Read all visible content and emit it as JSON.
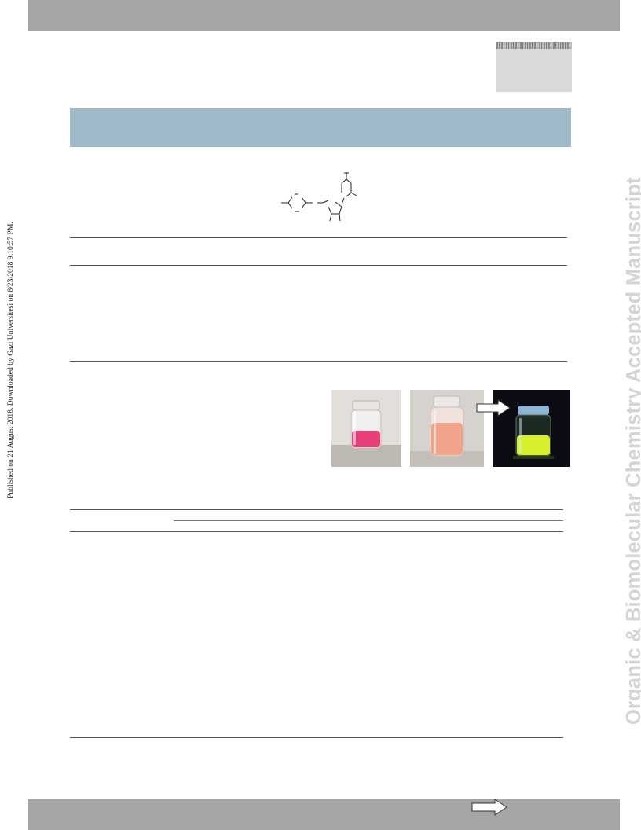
{
  "watermark": {
    "right_text": "Organic & Biomolecular Chemistry Accepted Manuscript"
  },
  "published_note": "Published on 21 August 2018. Downloaded by Gazi Universitesi on 8/23/2018 9:10:57 PM.",
  "figure": {
    "photos": [
      {
        "name": "vial-pink-solution",
        "liquid": "#e8417a",
        "background": "#d8d4ce"
      },
      {
        "name": "vial-orange-solution",
        "liquid": "#f0a48a",
        "background": "#cfcbc6"
      },
      {
        "name": "vial-fluorescent-green",
        "liquid": "#d7ef2c",
        "background": "#0a0a12"
      }
    ]
  },
  "icons": {
    "figure_arrow": "right-arrow-icon",
    "next_page_arrow": "right-arrow-icon"
  }
}
